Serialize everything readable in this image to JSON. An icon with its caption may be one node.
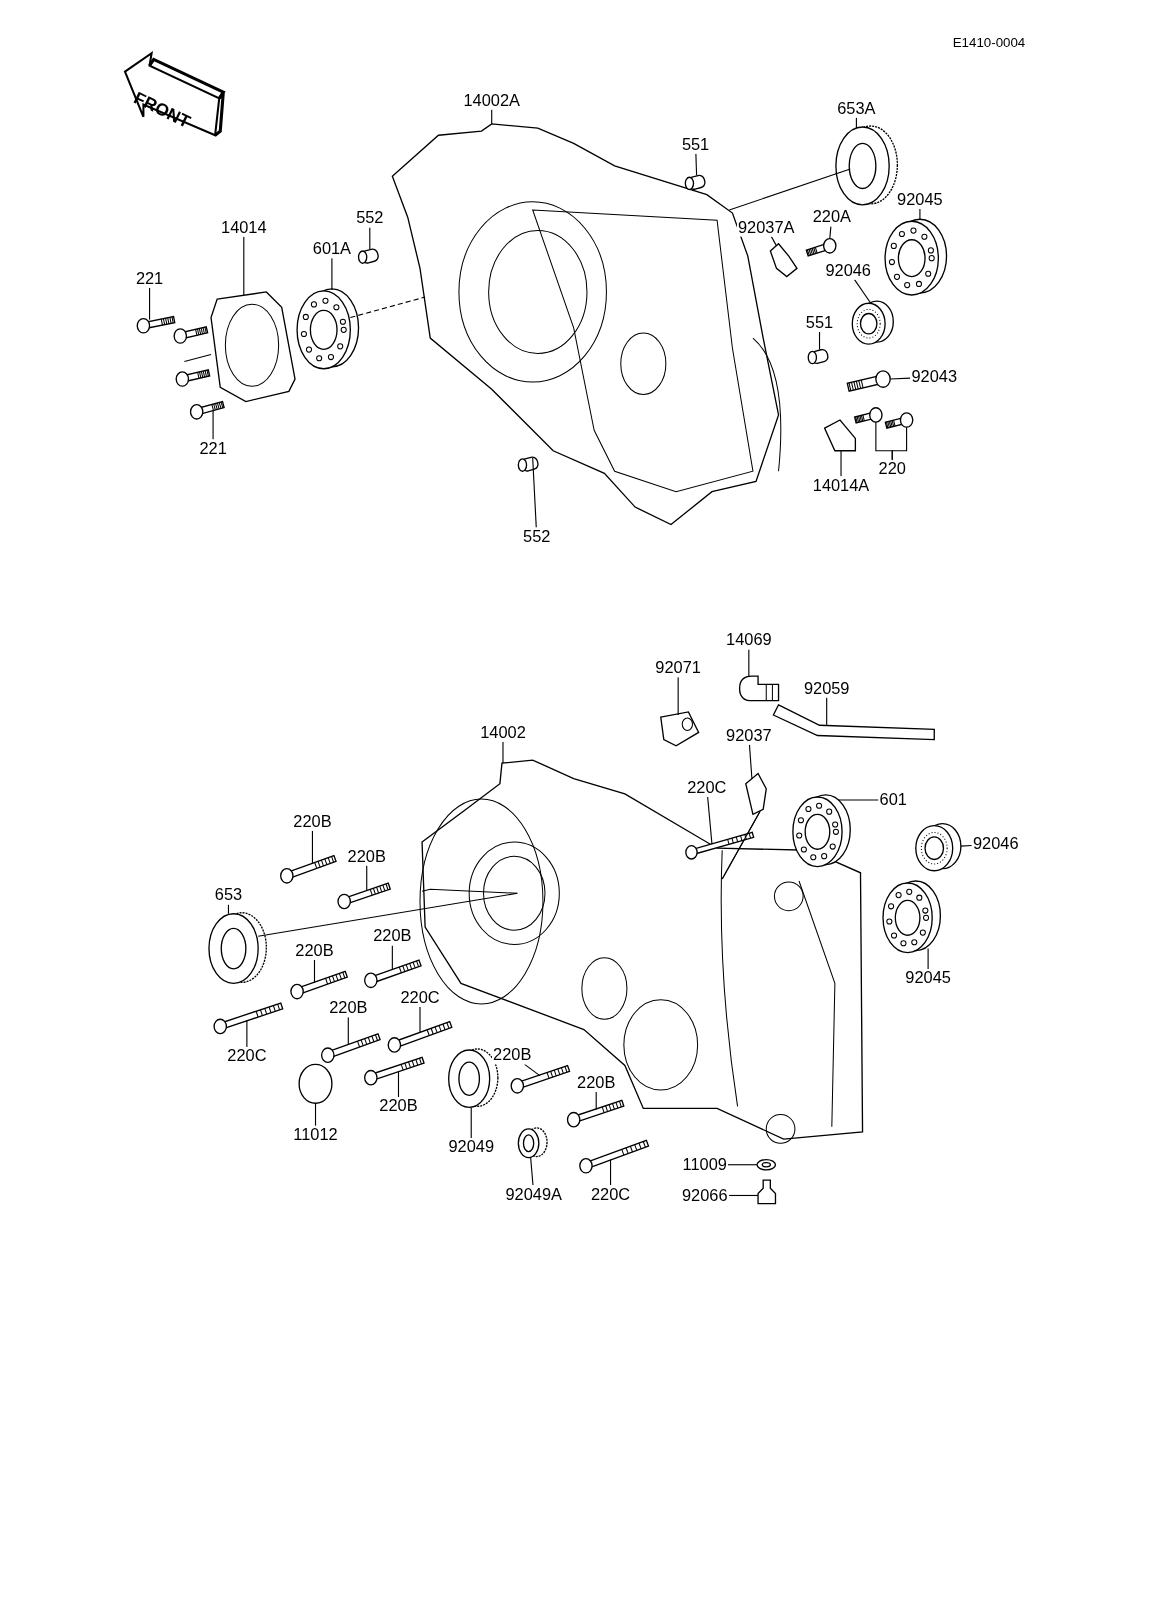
{
  "diagram": {
    "nodes": [
      {
        "text": [
          "14002A"
        ]
      },
      {
        "text": [
          "551"
        ]
      },
      {
        "text": [
          "653A"
        ]
      },
      {
        "text": [
          "552"
        ]
      },
      {
        "text": [
          "14014"
        ]
      },
      {
        "text": [
          "601A"
        ]
      },
      {
        "text": [
          "92045"
        ]
      },
      {
        "text": [
          "92037A"
        ]
      },
      {
        "text": [
          "220A"
        ]
      },
      {
        "text": [
          "92046"
        ]
      },
      {
        "text": [
          "551"
        ]
      },
      {
        "text": [
          "92043"
        ]
      },
      {
        "text": [
          "14014A"
        ]
      },
      {
        "text": [
          "221"
        ]
      },
      {
        "text": [
          "221"
        ]
      },
      {
        "text": [
          "220"
        ]
      },
      {
        "text": [
          "552"
        ]
      },
      {
        "text": [
          "14069"
        ]
      },
      {
        "text": [
          "92071"
        ]
      },
      {
        "text": [
          "92059"
        ]
      },
      {
        "text": [
          "14002"
        ]
      },
      {
        "text": [
          "92037"
        ]
      },
      {
        "text": [
          "220C"
        ]
      },
      {
        "text": [
          "601"
        ]
      },
      {
        "text": [
          "92046"
        ]
      },
      {
        "text": [
          "220B"
        ]
      },
      {
        "text": [
          "220B"
        ]
      },
      {
        "text": [
          "653"
        ]
      },
      {
        "text": [
          "220B"
        ]
      },
      {
        "text": [
          "220B"
        ]
      },
      {
        "text": [
          "220C"
        ]
      },
      {
        "text": [
          "92045"
        ]
      },
      {
        "text": [
          "220C"
        ]
      },
      {
        "text": [
          "220B"
        ]
      },
      {
        "text": [
          "220B"
        ]
      },
      {
        "text": [
          "220B"
        ]
      },
      {
        "text": [
          "220B"
        ]
      },
      {
        "text": [
          "11012"
        ]
      },
      {
        "text": [
          "92049"
        ]
      },
      {
        "text": [
          "92049A"
        ]
      },
      {
        "text": [
          "220C"
        ]
      },
      {
        "text": [
          "11009"
        ]
      },
      {
        "text": [
          "92066"
        ]
      },
      {
        "text": [],
        "shape": "crankcase"
      },
      {
        "text": [],
        "shape": "pin"
      },
      {
        "text": [],
        "shape": "seal"
      },
      {
        "text": [],
        "shape": "pin"
      },
      {
        "text": [],
        "shape": "gasket"
      },
      {
        "text": [],
        "shape": "bearing"
      },
      {
        "text": [],
        "shape": "bearing"
      },
      {
        "text": [],
        "shape": "bracket"
      },
      {
        "text": [],
        "shape": "bolt"
      },
      {
        "text": [],
        "shape": "bearing"
      },
      {
        "text": [],
        "shape": "pin"
      },
      {
        "text": [],
        "shape": "bolt"
      },
      {
        "text": [],
        "shape": "bracket"
      },
      {
        "text": [],
        "shape": "bolt"
      },
      {
        "text": [],
        "shape": "bolt"
      },
      {
        "text": [],
        "shape": "bolt"
      },
      {
        "text": [],
        "shape": "bolt"
      },
      {
        "text": [],
        "shape": "pin"
      },
      {
        "text": [],
        "shape": "fitting"
      },
      {
        "text": [],
        "shape": "block"
      },
      {
        "text": [],
        "shape": "hose"
      },
      {
        "text": [],
        "shape": "crankcase"
      },
      {
        "text": [],
        "shape": "bracket"
      },
      {
        "text": [],
        "shape": "bolt"
      },
      {
        "text": [],
        "shape": "bearing"
      },
      {
        "text": [],
        "shape": "bearing"
      },
      {
        "text": [],
        "shape": "bolt"
      },
      {
        "text": [],
        "shape": "bolt"
      },
      {
        "text": [],
        "shape": "seal"
      },
      {
        "text": [],
        "shape": "bolt"
      },
      {
        "text": [],
        "shape": "bolt"
      },
      {
        "text": [],
        "shape": "bolt"
      },
      {
        "text": [],
        "shape": "bearing"
      },
      {
        "text": [],
        "shape": "bolt"
      },
      {
        "text": [],
        "shape": "bolt"
      },
      {
        "text": [],
        "shape": "bolt"
      },
      {
        "text": [],
        "shape": "bolt"
      },
      {
        "text": [],
        "shape": "bolt"
      },
      {
        "text": [],
        "shape": "cap"
      },
      {
        "text": [],
        "shape": "seal"
      },
      {
        "text": [],
        "shape": "seal"
      },
      {
        "text": [],
        "shape": "bolt"
      },
      {
        "text": [],
        "shape": "washer"
      },
      {
        "text": [],
        "shape": "plug"
      }
    ],
    "edges": [
      {
        "from": 0,
        "to": 43,
        "arrow": "none"
      },
      {
        "from": 1,
        "to": 44,
        "arrow": "none"
      },
      {
        "from": 2,
        "to": 45,
        "arrow": "none"
      },
      {
        "from": 3,
        "to": 46,
        "arrow": "none"
      },
      {
        "from": 4,
        "to": 47,
        "arrow": "none"
      },
      {
        "from": 5,
        "to": 48,
        "arrow": "none"
      },
      {
        "from": 6,
        "to": 49,
        "arrow": "none"
      },
      {
        "from": 7,
        "to": 50,
        "arrow": "none"
      },
      {
        "from": 8,
        "to": 51,
        "arrow": "none"
      },
      {
        "from": 9,
        "to": 52,
        "arrow": "none"
      },
      {
        "from": 10,
        "to": 53,
        "arrow": "none"
      },
      {
        "from": 11,
        "to": 54,
        "arrow": "none"
      },
      {
        "from": 12,
        "to": 55,
        "arrow": "none"
      },
      {
        "from": 13,
        "to": 58,
        "arrow": "none"
      },
      {
        "from": 14,
        "to": 59,
        "arrow": "none"
      },
      {
        "from": 15,
        "to": 56,
        "arrow": "none"
      },
      {
        "from": 15,
        "to": 57,
        "arrow": "none"
      },
      {
        "from": 16,
        "to": 60,
        "arrow": "none"
      },
      {
        "from": 17,
        "to": 61,
        "arrow": "none"
      },
      {
        "from": 18,
        "to": 62,
        "arrow": "none"
      },
      {
        "from": 19,
        "to": 63,
        "arrow": "none"
      },
      {
        "from": 20,
        "to": 64,
        "arrow": "none"
      },
      {
        "from": 21,
        "to": 65,
        "arrow": "none"
      },
      {
        "from": 22,
        "to": 66,
        "arrow": "none"
      },
      {
        "from": 23,
        "to": 67,
        "arrow": "none"
      },
      {
        "from": 24,
        "to": 68,
        "arrow": "none"
      },
      {
        "from": 25,
        "to": 69,
        "arrow": "none"
      },
      {
        "from": 26,
        "to": 70,
        "arrow": "none"
      },
      {
        "from": 27,
        "to": 71,
        "arrow": "none"
      },
      {
        "from": 28,
        "to": 72,
        "arrow": "none"
      },
      {
        "from": 29,
        "to": 73,
        "arrow": "none"
      },
      {
        "from": 30,
        "to": 74,
        "arrow": "none"
      },
      {
        "from": 31,
        "to": 75,
        "arrow": "none"
      },
      {
        "from": 32,
        "to": 76,
        "arrow": "none"
      },
      {
        "from": 33,
        "to": 77,
        "arrow": "none"
      },
      {
        "from": 34,
        "to": 78,
        "arrow": "none"
      },
      {
        "from": 35,
        "to": 79,
        "arrow": "none"
      },
      {
        "from": 36,
        "to": 80,
        "arrow": "none"
      },
      {
        "from": 37,
        "to": 81,
        "arrow": "none"
      },
      {
        "from": 38,
        "to": 82,
        "arrow": "none"
      },
      {
        "from": 39,
        "to": 83,
        "arrow": "none"
      },
      {
        "from": 40,
        "to": 84,
        "arrow": "none"
      },
      {
        "from": 41,
        "to": 85,
        "arrow": "none"
      },
      {
        "from": 42,
        "to": 86,
        "arrow": "none"
      },
      {
        "from": 48,
        "to": 43,
        "arrow": "none",
        "style": "dashed"
      },
      {
        "from": 43,
        "to": 45,
        "arrow": "none"
      },
      {
        "from": 64,
        "to": 71,
        "arrow": "none"
      },
      {
        "from": 64,
        "to": 65,
        "arrow": "none"
      }
    ],
    "labels": [
      "E1410-0004",
      "FRONT"
    ]
  }
}
